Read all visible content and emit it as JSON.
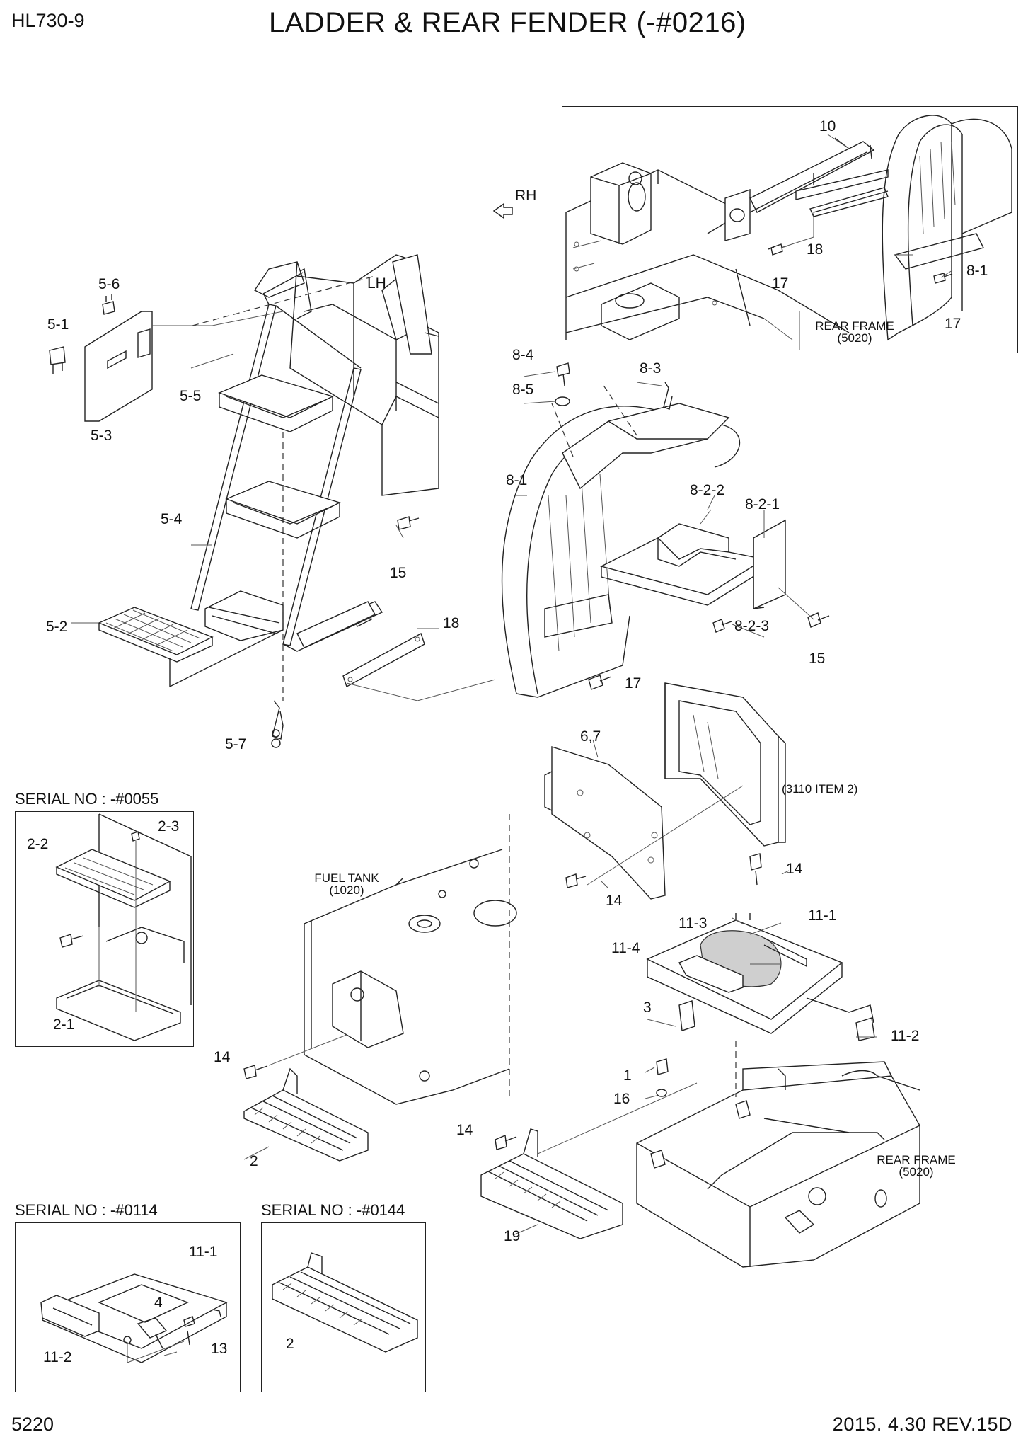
{
  "header": {
    "model": "HL730-9",
    "title": "LADDER & REAR FENDER (-#0216)"
  },
  "footer": {
    "page": "5220",
    "revision": "2015. 4.30  REV.15D"
  },
  "directions": {
    "rh": "RH",
    "lh": "LH"
  },
  "notes": {
    "rear_frame_top": "REAR FRAME",
    "rear_frame_top_ref": "(5020)",
    "fuel_tank": "FUEL TANK",
    "fuel_tank_ref": "(1020)",
    "item_ref": "(3110 ITEM 2)",
    "rear_frame_bottom": "REAR FRAME",
    "rear_frame_bottom_ref": "(5020)"
  },
  "serial_boxes": {
    "s0055": "SERIAL NO : -#0055",
    "s0114": "SERIAL NO : -#0114",
    "s0144": "SERIAL NO : -#0144"
  },
  "callouts": {
    "inset_top_10": "10",
    "inset_top_18": "18",
    "inset_top_17a": "17",
    "inset_top_8_1": "8-1",
    "inset_top_17b": "17",
    "c5_6": "5-6",
    "c5_1": "5-1",
    "c5_3": "5-3",
    "c5_5": "5-5",
    "c5_4": "5-4",
    "c5_2": "5-2",
    "c5_7": "5-7",
    "c15a": "15",
    "c18": "18",
    "c8_4": "8-4",
    "c8_3": "8-3",
    "c8_5": "8-5",
    "c8_1": "8-1",
    "c8_2_2": "8-2-2",
    "c8_2_1": "8-2-1",
    "c8_2_3": "8-2-3",
    "c15b": "15",
    "c17": "17",
    "c6_7": "6,7",
    "c14a": "14",
    "c14b": "14",
    "c11_1": "11-1",
    "c11_3": "11-3",
    "c11_4": "11-4",
    "c3": "3",
    "c11_2": "11-2",
    "c1": "1",
    "c16": "16",
    "c14c": "14",
    "c2": "2",
    "c14d": "14",
    "c19": "19",
    "s55_2_3": "2-3",
    "s55_2_2": "2-2",
    "s55_2_1": "2-1",
    "s114_11_1": "11-1",
    "s114_4": "4",
    "s114_11_2": "11-2",
    "s114_13": "13",
    "s144_2": "2"
  }
}
